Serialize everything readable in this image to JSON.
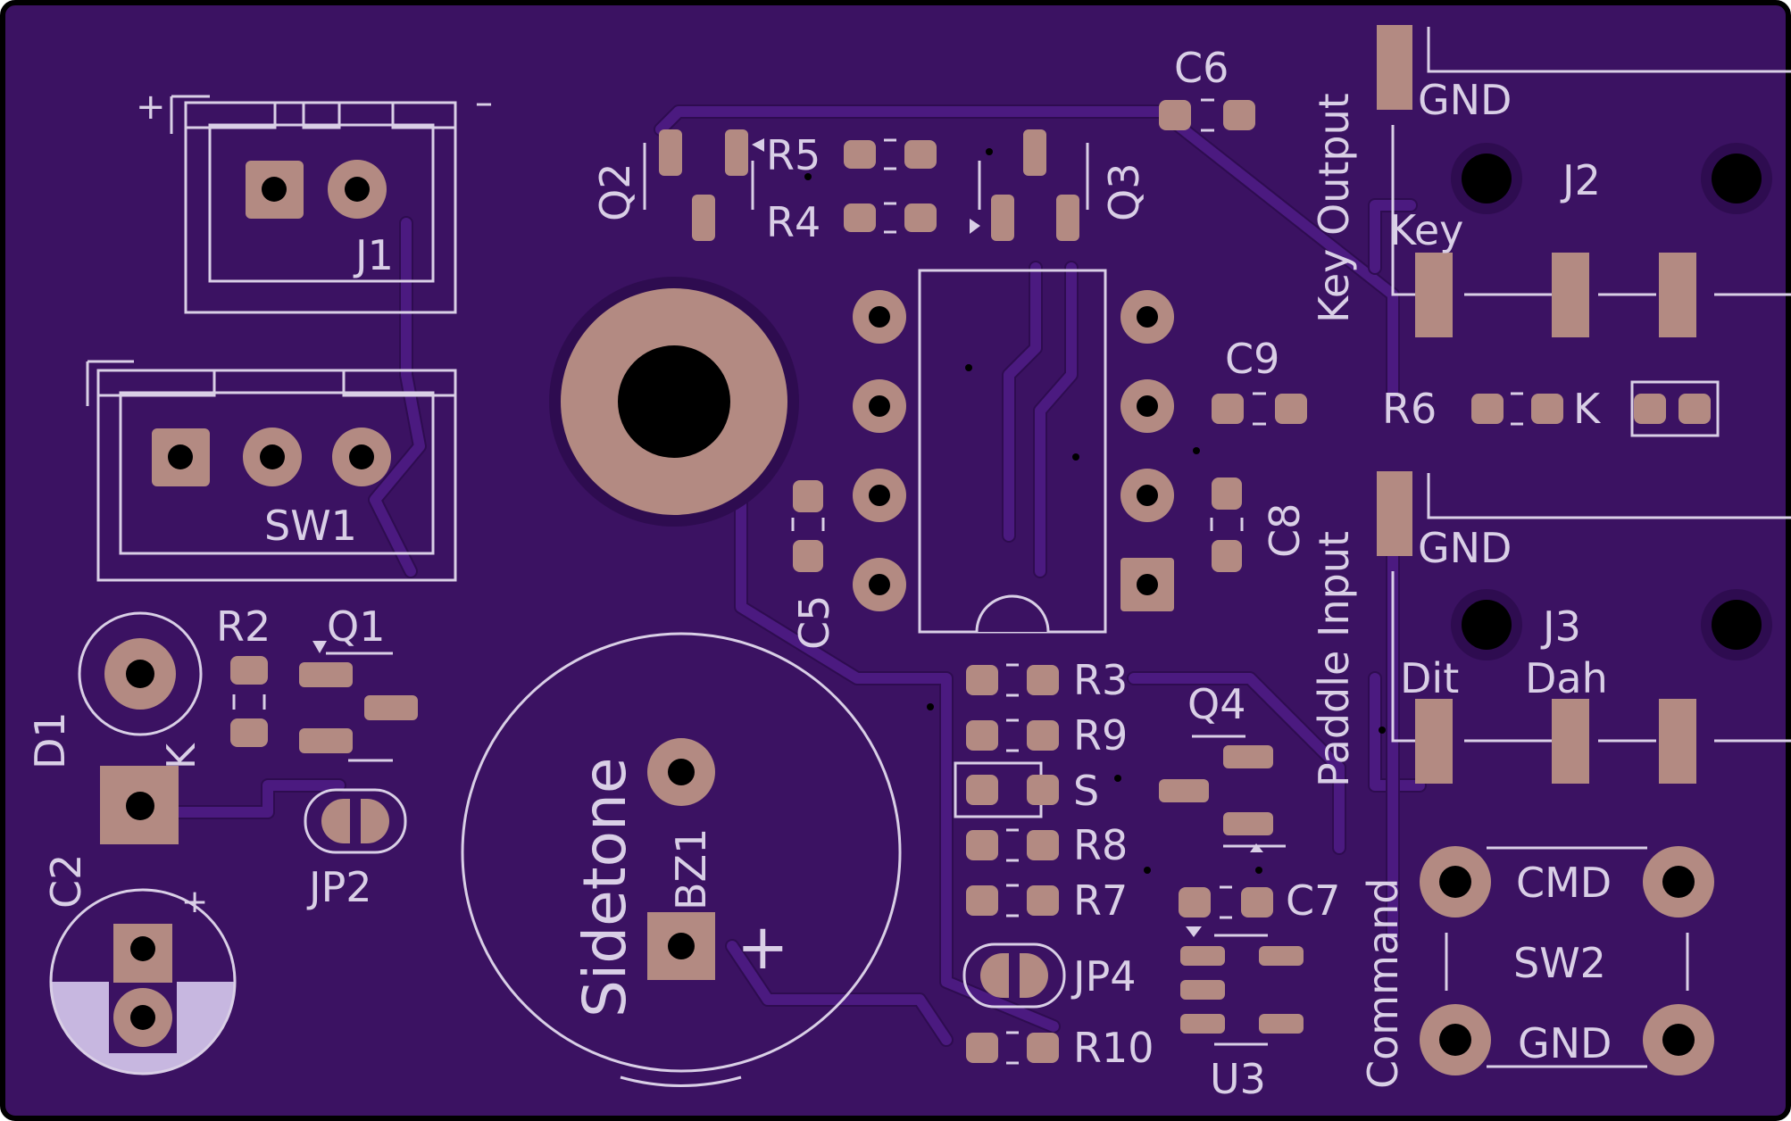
{
  "colors": {
    "board": "#3b1262",
    "copper": "#48187a",
    "silkscreen": "#d9cfe6",
    "pad": "#b38a82",
    "hole": "#000000",
    "outline": "#000000",
    "bottom_cap": "#c7b7e0"
  },
  "labels": {
    "j1": "J1",
    "j1_plus": "+",
    "j1_minus": "–",
    "sw1": "SW1",
    "r2": "R2",
    "q1": "Q1",
    "d1": "D1",
    "d1_k": "K",
    "jp2": "JP2",
    "c2": "C2",
    "c2_plus": "+",
    "q2": "Q2",
    "r5": "R5",
    "r4": "R4",
    "q3": "Q3",
    "c6": "C6",
    "c9": "C9",
    "c8": "C8",
    "c5": "C5",
    "sidetone": "Sidetone",
    "bz1": "BZ1",
    "bz1_plus": "+",
    "r3": "R3",
    "r9": "R9",
    "s": "S",
    "r8": "R8",
    "r7": "R7",
    "jp4": "JP4",
    "r10": "R10",
    "q4": "Q4",
    "c7": "C7",
    "u3": "U3",
    "key_output": "Key Output",
    "gnd_j2": "GND",
    "j2": "J2",
    "key": "Key",
    "r6": "R6",
    "r6_k": "K",
    "paddle_input": "Paddle Input",
    "gnd_j3": "GND",
    "j3": "J3",
    "dit": "Dit",
    "dah": "Dah",
    "command": "Command",
    "cmd": "CMD",
    "sw2": "SW2",
    "gnd_sw2": "GND"
  }
}
